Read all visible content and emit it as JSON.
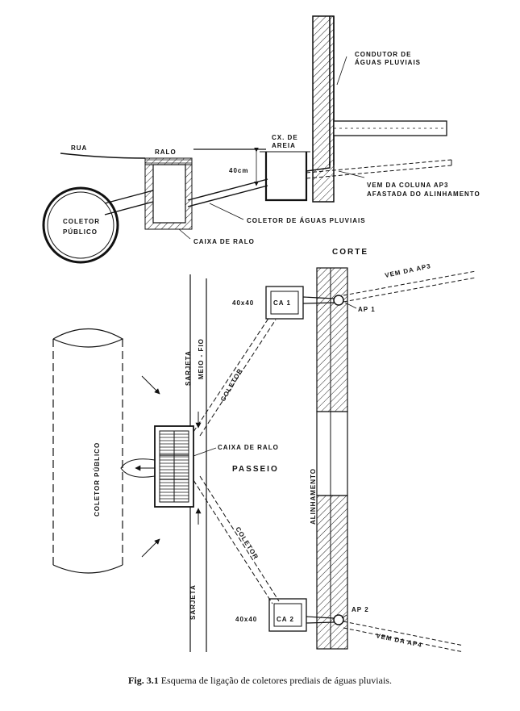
{
  "section": {
    "labels": {
      "condutor": [
        "CONDUTOR DE",
        "ÁGUAS PLUVIAIS"
      ],
      "rua": "RUA",
      "ralo": "RALO",
      "caixa_areia": [
        "CX. DE",
        "AREIA"
      ],
      "dim_40cm": "40cm",
      "vem_coluna": [
        "VEM DA COLUNA  AP3",
        "AFASTADA DO ALINHAMENTO"
      ],
      "coletor_publico": [
        "COLETOR",
        "PÚBLICO"
      ],
      "coletor_aguas": "COLETOR DE ÁGUAS PLUVIAIS",
      "caixa_ralo": "CAIXA DE RALO",
      "corte": "CORTE"
    }
  },
  "plan": {
    "labels": {
      "vem_ap3": "VEM DA AP3",
      "ca1_size": "40x40",
      "ca1": "CA 1",
      "ap1": "AP 1",
      "sarjeta_top": "SARJETA",
      "meio_fio": "MEIO - FIO",
      "coletor_top": "COLETOR",
      "coletor_publico_vert": "COLETOR  PÚBLICO",
      "caixa_ralo": "CAIXA DE RALO",
      "passeio": "PASSEIO",
      "alinhamento": "ALINHAMENTO",
      "coletor_bottom": "COLETOR",
      "sarjeta_bottom": "SARJETA",
      "ca2_size": "40x40",
      "ca2": "CA 2",
      "ap2": "AP 2",
      "vem_ap4": "VEM DA AP4"
    }
  },
  "caption": {
    "number": "Fig. 3.1",
    "text": "Esquema de ligação de coletores prediais de águas pluviais."
  }
}
